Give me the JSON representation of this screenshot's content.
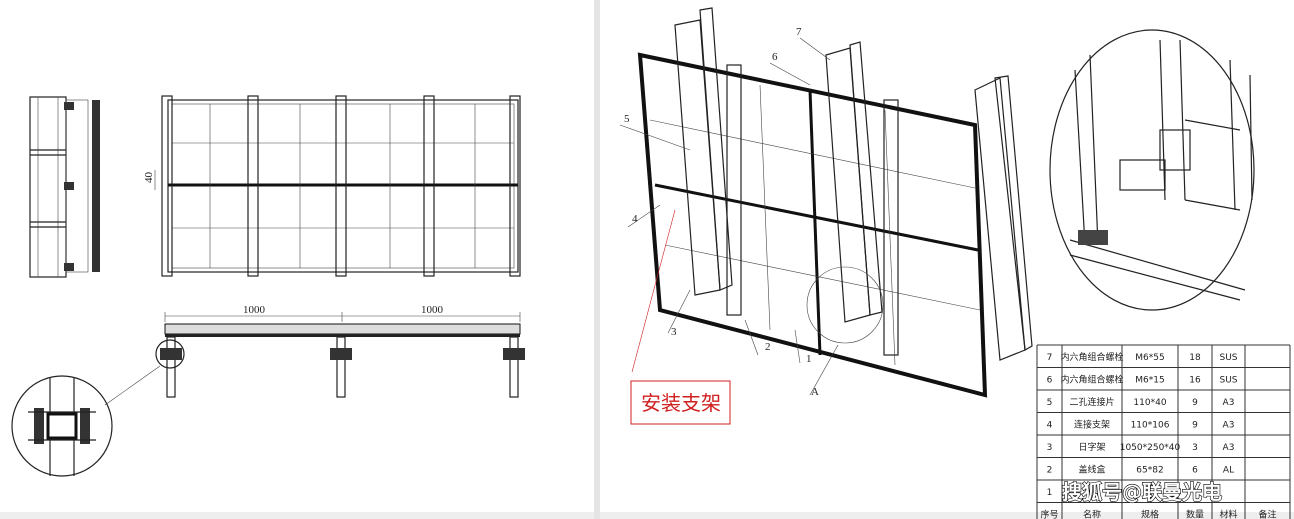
{
  "left_drawing": {
    "dimension_side": "40",
    "dimension_span_1": "1000",
    "dimension_span_2": "1000"
  },
  "iso_drawing": {
    "callouts": [
      "1",
      "2",
      "3",
      "4",
      "5",
      "6",
      "7"
    ],
    "detail_label": "A",
    "annotation": "安装支架",
    "annotation_color": "#d02020"
  },
  "parts_table": {
    "headers": [
      "序号",
      "名称",
      "规格",
      "数量",
      "材料",
      "备注"
    ],
    "rows": [
      [
        "7",
        "内六角组合螺栓",
        "M6*55",
        "18",
        "SUS",
        ""
      ],
      [
        "6",
        "内六角组合螺栓",
        "M6*15",
        "16",
        "SUS",
        ""
      ],
      [
        "5",
        "二孔连接片",
        "110*40",
        "9",
        "A3",
        ""
      ],
      [
        "4",
        "连接支架",
        "110*106",
        "9",
        "A3",
        ""
      ],
      [
        "3",
        "日字架",
        "1050*250*40",
        "3",
        "A3",
        ""
      ],
      [
        "2",
        "盖线盒",
        "65*82",
        "6",
        "AL",
        ""
      ],
      [
        "1",
        "",
        "",
        "",
        "",
        ""
      ]
    ]
  },
  "watermark": "搜狐号@联曼光电"
}
